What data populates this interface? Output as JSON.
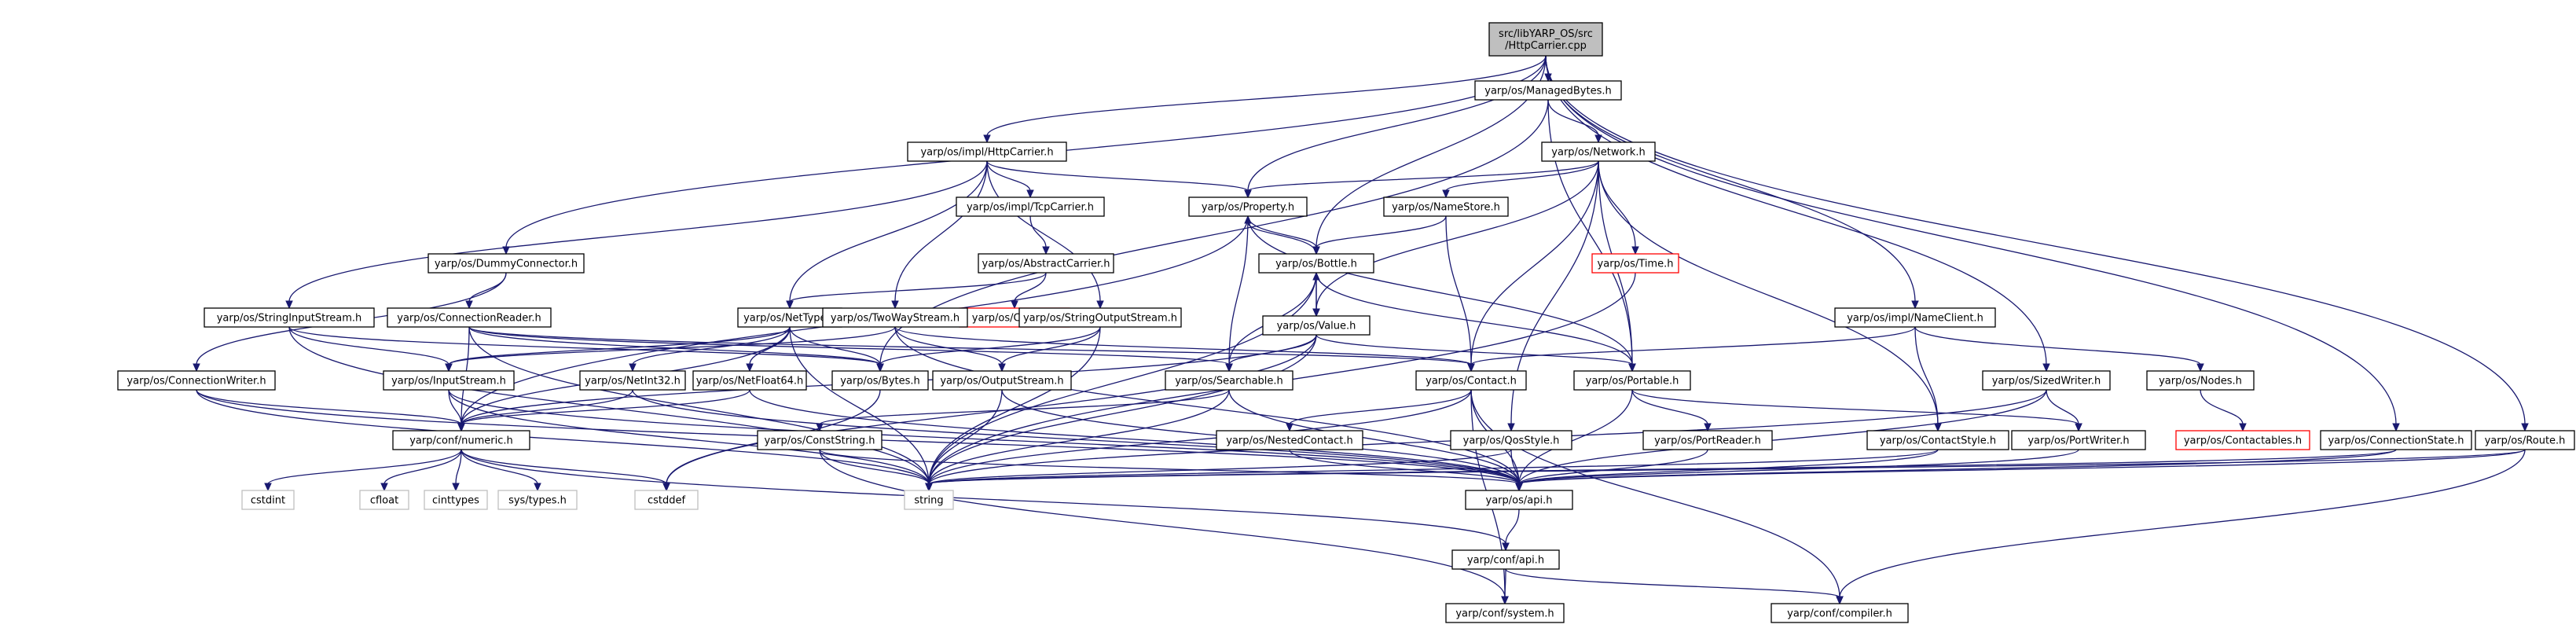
{
  "graph": {
    "nodes": [
      {
        "id": "root",
        "lines": [
          "src/libYARP_OS/src",
          "/HttpCarrier.cpp"
        ],
        "kind": "root"
      },
      {
        "id": "managedbytes",
        "lines": [
          "yarp/os/ManagedBytes.h"
        ],
        "kind": "normal"
      },
      {
        "id": "impl_httpcarrier",
        "lines": [
          "yarp/os/impl/HttpCarrier.h"
        ],
        "kind": "normal"
      },
      {
        "id": "network",
        "lines": [
          "yarp/os/Network.h"
        ],
        "kind": "normal"
      },
      {
        "id": "property",
        "lines": [
          "yarp/os/Property.h"
        ],
        "kind": "normal"
      },
      {
        "id": "impl_tcpcarrier",
        "lines": [
          "yarp/os/impl/TcpCarrier.h"
        ],
        "kind": "normal"
      },
      {
        "id": "namestore",
        "lines": [
          "yarp/os/NameStore.h"
        ],
        "kind": "normal"
      },
      {
        "id": "abstractcarrier",
        "lines": [
          "yarp/os/AbstractCarrier.h"
        ],
        "kind": "normal"
      },
      {
        "id": "bottle",
        "lines": [
          "yarp/os/Bottle.h"
        ],
        "kind": "normal"
      },
      {
        "id": "time",
        "lines": [
          "yarp/os/Time.h"
        ],
        "kind": "red"
      },
      {
        "id": "dummyconnector",
        "lines": [
          "yarp/os/DummyConnector.h"
        ],
        "kind": "normal"
      },
      {
        "id": "carrier",
        "lines": [
          "yarp/os/Carrier.h"
        ],
        "kind": "red"
      },
      {
        "id": "stringinputstream",
        "lines": [
          "yarp/os/StringInputStream.h"
        ],
        "kind": "normal"
      },
      {
        "id": "connectionreader",
        "lines": [
          "yarp/os/ConnectionReader.h"
        ],
        "kind": "normal"
      },
      {
        "id": "nettype",
        "lines": [
          "yarp/os/NetType.h"
        ],
        "kind": "normal"
      },
      {
        "id": "twowaystream",
        "lines": [
          "yarp/os/TwoWayStream.h"
        ],
        "kind": "normal"
      },
      {
        "id": "stringoutputstream",
        "lines": [
          "yarp/os/StringOutputStream.h"
        ],
        "kind": "normal"
      },
      {
        "id": "value",
        "lines": [
          "yarp/os/Value.h"
        ],
        "kind": "normal"
      },
      {
        "id": "impl_nameclient",
        "lines": [
          "yarp/os/impl/NameClient.h"
        ],
        "kind": "normal"
      },
      {
        "id": "connectionwriter",
        "lines": [
          "yarp/os/ConnectionWriter.h"
        ],
        "kind": "normal"
      },
      {
        "id": "inputstream",
        "lines": [
          "yarp/os/InputStream.h"
        ],
        "kind": "normal"
      },
      {
        "id": "netint32",
        "lines": [
          "yarp/os/NetInt32.h"
        ],
        "kind": "normal"
      },
      {
        "id": "netfloat64",
        "lines": [
          "yarp/os/NetFloat64.h"
        ],
        "kind": "normal"
      },
      {
        "id": "bytes",
        "lines": [
          "yarp/os/Bytes.h"
        ],
        "kind": "normal"
      },
      {
        "id": "outputstream",
        "lines": [
          "yarp/os/OutputStream.h"
        ],
        "kind": "normal"
      },
      {
        "id": "searchable",
        "lines": [
          "yarp/os/Searchable.h"
        ],
        "kind": "normal"
      },
      {
        "id": "contact",
        "lines": [
          "yarp/os/Contact.h"
        ],
        "kind": "normal"
      },
      {
        "id": "portable",
        "lines": [
          "yarp/os/Portable.h"
        ],
        "kind": "normal"
      },
      {
        "id": "sizedwriter",
        "lines": [
          "yarp/os/SizedWriter.h"
        ],
        "kind": "normal"
      },
      {
        "id": "nodes",
        "lines": [
          "yarp/os/Nodes.h"
        ],
        "kind": "normal"
      },
      {
        "id": "numeric",
        "lines": [
          "yarp/conf/numeric.h"
        ],
        "kind": "normal"
      },
      {
        "id": "conststring",
        "lines": [
          "yarp/os/ConstString.h"
        ],
        "kind": "normal"
      },
      {
        "id": "nestedcontact",
        "lines": [
          "yarp/os/NestedContact.h"
        ],
        "kind": "normal"
      },
      {
        "id": "qosstyle",
        "lines": [
          "yarp/os/QosStyle.h"
        ],
        "kind": "normal"
      },
      {
        "id": "portreader",
        "lines": [
          "yarp/os/PortReader.h"
        ],
        "kind": "normal"
      },
      {
        "id": "contactstyle",
        "lines": [
          "yarp/os/ContactStyle.h"
        ],
        "kind": "normal"
      },
      {
        "id": "portwriter",
        "lines": [
          "yarp/os/PortWriter.h"
        ],
        "kind": "normal"
      },
      {
        "id": "contactables",
        "lines": [
          "yarp/os/Contactables.h"
        ],
        "kind": "red"
      },
      {
        "id": "connectionstate",
        "lines": [
          "yarp/os/ConnectionState.h"
        ],
        "kind": "normal"
      },
      {
        "id": "route",
        "lines": [
          "yarp/os/Route.h"
        ],
        "kind": "normal"
      },
      {
        "id": "cstdint",
        "lines": [
          "cstdint"
        ],
        "kind": "system"
      },
      {
        "id": "cfloat",
        "lines": [
          "cfloat"
        ],
        "kind": "system"
      },
      {
        "id": "cinttypes",
        "lines": [
          "cinttypes"
        ],
        "kind": "system"
      },
      {
        "id": "systypes",
        "lines": [
          "sys/types.h"
        ],
        "kind": "system"
      },
      {
        "id": "cstddef",
        "lines": [
          "cstddef"
        ],
        "kind": "system"
      },
      {
        "id": "string",
        "lines": [
          "string"
        ],
        "kind": "system"
      },
      {
        "id": "api",
        "lines": [
          "yarp/os/api.h"
        ],
        "kind": "normal"
      },
      {
        "id": "conf_api",
        "lines": [
          "yarp/conf/api.h"
        ],
        "kind": "normal"
      },
      {
        "id": "conf_system",
        "lines": [
          "yarp/conf/system.h"
        ],
        "kind": "normal"
      },
      {
        "id": "conf_compiler",
        "lines": [
          "yarp/conf/compiler.h"
        ],
        "kind": "normal"
      }
    ],
    "edges": [
      [
        "root",
        "managedbytes"
      ],
      [
        "root",
        "impl_httpcarrier"
      ],
      [
        "root",
        "property"
      ],
      [
        "root",
        "bottle"
      ],
      [
        "root",
        "dummyconnector"
      ],
      [
        "root",
        "impl_nameclient"
      ],
      [
        "root",
        "sizedwriter"
      ],
      [
        "root",
        "connectionstate"
      ],
      [
        "root",
        "route"
      ],
      [
        "managedbytes",
        "network"
      ],
      [
        "managedbytes",
        "bytes"
      ],
      [
        "managedbytes",
        "portable"
      ],
      [
        "network",
        "property"
      ],
      [
        "network",
        "namestore"
      ],
      [
        "network",
        "value"
      ],
      [
        "network",
        "time"
      ],
      [
        "network",
        "contact"
      ],
      [
        "network",
        "portable"
      ],
      [
        "network",
        "qosstyle"
      ],
      [
        "network",
        "contactstyle"
      ],
      [
        "impl_httpcarrier",
        "property"
      ],
      [
        "impl_httpcarrier",
        "impl_tcpcarrier"
      ],
      [
        "impl_httpcarrier",
        "nettype"
      ],
      [
        "impl_httpcarrier",
        "twowaystream"
      ],
      [
        "impl_httpcarrier",
        "stringoutputstream"
      ],
      [
        "impl_httpcarrier",
        "stringinputstream"
      ],
      [
        "impl_tcpcarrier",
        "abstractcarrier"
      ],
      [
        "abstractcarrier",
        "carrier"
      ],
      [
        "abstractcarrier",
        "nettype"
      ],
      [
        "property",
        "bottle"
      ],
      [
        "property",
        "searchable"
      ],
      [
        "property",
        "portable"
      ],
      [
        "property",
        "numeric"
      ],
      [
        "namestore",
        "bottle"
      ],
      [
        "namestore",
        "contact"
      ],
      [
        "bottle",
        "property"
      ],
      [
        "bottle",
        "value"
      ],
      [
        "bottle",
        "searchable"
      ],
      [
        "bottle",
        "portable"
      ],
      [
        "bottle",
        "string"
      ],
      [
        "value",
        "bottle"
      ],
      [
        "value",
        "searchable"
      ],
      [
        "value",
        "portable"
      ],
      [
        "value",
        "numeric"
      ],
      [
        "value",
        "string"
      ],
      [
        "value",
        "cstddef"
      ],
      [
        "time",
        "string"
      ],
      [
        "dummyconnector",
        "connectionreader"
      ],
      [
        "dummyconnector",
        "connectionwriter"
      ],
      [
        "connectionreader",
        "contact"
      ],
      [
        "connectionreader",
        "bytes"
      ],
      [
        "connectionreader",
        "numeric"
      ],
      [
        "connectionreader",
        "searchable"
      ],
      [
        "connectionreader",
        "string"
      ],
      [
        "stringinputstream",
        "inputstream"
      ],
      [
        "stringinputstream",
        "bytes"
      ],
      [
        "stringinputstream",
        "string"
      ],
      [
        "nettype",
        "inputstream"
      ],
      [
        "nettype",
        "netint32"
      ],
      [
        "nettype",
        "netfloat64"
      ],
      [
        "nettype",
        "bytes"
      ],
      [
        "nettype",
        "numeric"
      ],
      [
        "nettype",
        "string"
      ],
      [
        "twowaystream",
        "inputstream"
      ],
      [
        "twowaystream",
        "outputstream"
      ],
      [
        "twowaystream",
        "contact"
      ],
      [
        "twowaystream",
        "api"
      ],
      [
        "stringoutputstream",
        "outputstream"
      ],
      [
        "stringoutputstream",
        "bytes"
      ],
      [
        "stringoutputstream",
        "string"
      ],
      [
        "impl_nameclient",
        "contact"
      ],
      [
        "impl_nameclient",
        "nodes"
      ],
      [
        "impl_nameclient",
        "contactstyle"
      ],
      [
        "connectionwriter",
        "numeric"
      ],
      [
        "connectionwriter",
        "string"
      ],
      [
        "connectionwriter",
        "api"
      ],
      [
        "inputstream",
        "numeric"
      ],
      [
        "inputstream",
        "string"
      ],
      [
        "inputstream",
        "api"
      ],
      [
        "netint32",
        "numeric"
      ],
      [
        "netint32",
        "api"
      ],
      [
        "netfloat64",
        "numeric"
      ],
      [
        "netfloat64",
        "api"
      ],
      [
        "bytes",
        "cstddef"
      ],
      [
        "outputstream",
        "string"
      ],
      [
        "outputstream",
        "api"
      ],
      [
        "searchable",
        "conststring"
      ],
      [
        "searchable",
        "string"
      ],
      [
        "searchable",
        "api"
      ],
      [
        "contact",
        "nestedcontact"
      ],
      [
        "contact",
        "string"
      ],
      [
        "contact",
        "api"
      ],
      [
        "contact",
        "conf_system"
      ],
      [
        "contact",
        "conf_compiler"
      ],
      [
        "portable",
        "portreader"
      ],
      [
        "portable",
        "portwriter"
      ],
      [
        "portable",
        "api"
      ],
      [
        "sizedwriter",
        "portwriter"
      ],
      [
        "sizedwriter",
        "string"
      ],
      [
        "sizedwriter",
        "api"
      ],
      [
        "nodes",
        "contactables"
      ],
      [
        "numeric",
        "cstdint"
      ],
      [
        "numeric",
        "cfloat"
      ],
      [
        "numeric",
        "cinttypes"
      ],
      [
        "numeric",
        "systypes"
      ],
      [
        "numeric",
        "cstddef"
      ],
      [
        "numeric",
        "conf_api"
      ],
      [
        "conststring",
        "string"
      ],
      [
        "conststring",
        "api"
      ],
      [
        "conststring",
        "conf_system"
      ],
      [
        "nestedcontact",
        "api"
      ],
      [
        "qosstyle",
        "string"
      ],
      [
        "qosstyle",
        "api"
      ],
      [
        "portreader",
        "api"
      ],
      [
        "contactstyle",
        "string"
      ],
      [
        "contactstyle",
        "api"
      ],
      [
        "portwriter",
        "api"
      ],
      [
        "connectionstate",
        "string"
      ],
      [
        "connectionstate",
        "api"
      ],
      [
        "route",
        "string"
      ],
      [
        "route",
        "api"
      ],
      [
        "route",
        "conf_compiler"
      ],
      [
        "api",
        "conf_api"
      ],
      [
        "conf_api",
        "conf_system"
      ],
      [
        "conf_api",
        "conf_compiler"
      ]
    ]
  }
}
